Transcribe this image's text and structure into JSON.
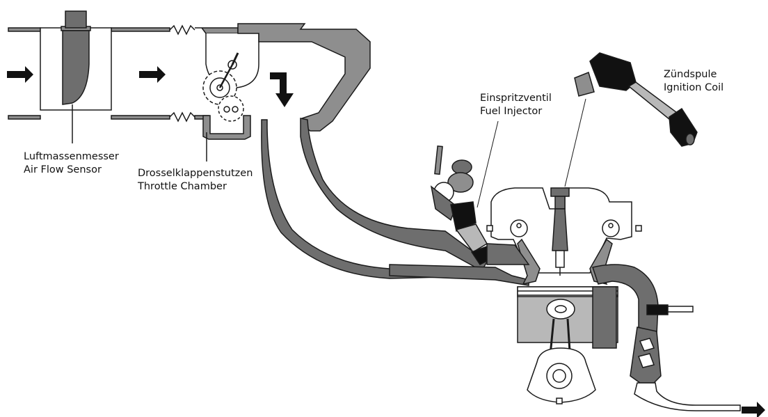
{
  "labels": {
    "air_flow_sensor": {
      "de": "Luftmassenmesser",
      "en": "Air Flow Sensor"
    },
    "throttle_chamber": {
      "de": "Drosselklappenstutzen",
      "en": "Throttle Chamber"
    },
    "fuel_injector": {
      "de": "Einspritzventil",
      "en": "Fuel Injector"
    },
    "ignition_coil": {
      "de": "Zündspule",
      "en": "Ignition Coil"
    }
  },
  "colors": {
    "dark": "#6e6e6e",
    "medium": "#8e8e8e",
    "light": "#b8b8b8",
    "outline": "#1a1a1a",
    "black": "#111111"
  }
}
